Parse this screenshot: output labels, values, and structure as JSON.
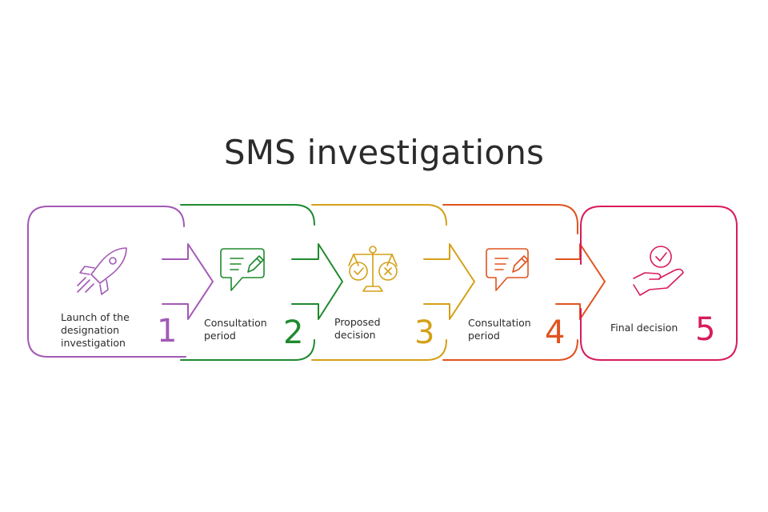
{
  "title": "SMS investigations",
  "steps": [
    {
      "number": "1",
      "label": "Launch of the designation investigation",
      "lines": [
        "Launch of the",
        "designation",
        "investigation"
      ],
      "icon": "rocket-icon",
      "color": "#a259b5"
    },
    {
      "number": "2",
      "label": "Consultation period",
      "lines": [
        "Consultation",
        "period"
      ],
      "icon": "speech-bubble-pen-icon",
      "color": "#1e8a2e"
    },
    {
      "number": "3",
      "label": "Proposed decision",
      "lines": [
        "Proposed",
        "decision"
      ],
      "icon": "balance-scale-icon",
      "color": "#d4a017"
    },
    {
      "number": "4",
      "label": "Consultation period",
      "lines": [
        "Consultation",
        "period"
      ],
      "icon": "speech-bubble-pen-icon",
      "color": "#e0531f"
    },
    {
      "number": "5",
      "label": "Final decision",
      "lines": [
        "Final decision"
      ],
      "icon": "hand-check-icon",
      "color": "#d81b5b"
    }
  ]
}
